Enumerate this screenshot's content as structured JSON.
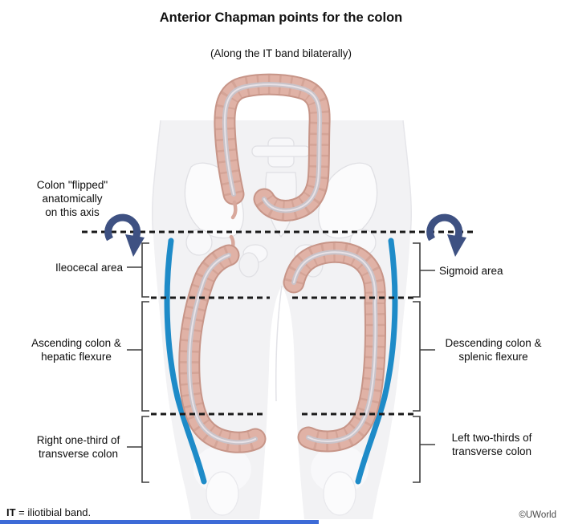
{
  "title": "Anterior Chapman points for the colon",
  "subtitle": "(Along the IT band bilaterally)",
  "flip_note": {
    "lines": [
      "Colon \"flipped\"",
      "anatomically",
      "on this axis"
    ]
  },
  "left_sections": [
    {
      "lines": [
        "Ileocecal area"
      ]
    },
    {
      "lines": [
        "Ascending colon &",
        "hepatic flexure"
      ]
    },
    {
      "lines": [
        "Right one-third of",
        "transverse colon"
      ]
    }
  ],
  "right_sections": [
    {
      "lines": [
        "Sigmoid area"
      ]
    },
    {
      "lines": [
        "Descending colon &",
        "splenic flexure"
      ]
    },
    {
      "lines": [
        "Left two-thirds of",
        "transverse colon"
      ]
    }
  ],
  "footer": {
    "abbr": "IT",
    "abbr_definition": " = iliotibial band.",
    "credit": "©UWorld"
  },
  "colors": {
    "it_band_blue": "#1e8bc8",
    "rotation_arrow_navy": "#3e5182",
    "colon_main": "#e0b2a6",
    "colon_shadow": "#c79588",
    "taenia_gray": "#c9c3c9",
    "bottom_bar_blue": "#3d6bd7",
    "dashed_line": "#1a1a1a"
  }
}
